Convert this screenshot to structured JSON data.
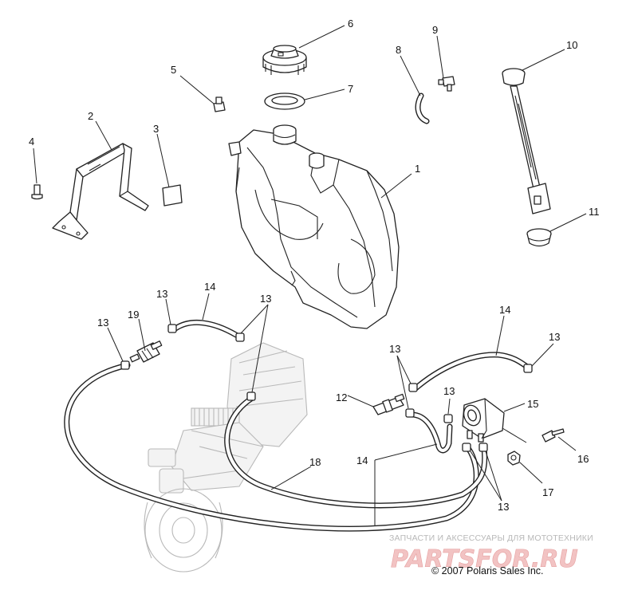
{
  "callouts": {
    "c1": "1",
    "c2": "2",
    "c3": "3",
    "c4": "4",
    "c5": "5",
    "c6": "6",
    "c7": "7",
    "c8": "8",
    "c9": "9",
    "c10": "10",
    "c11": "11",
    "c12": "12",
    "c13": "13",
    "c14": "14",
    "c15": "15",
    "c16": "16",
    "c17": "17",
    "c18": "18",
    "c19": "19"
  },
  "watermark": {
    "subtitle": "ЗАПЧАСТИ И АКСЕССУАРЫ ДЛЯ МОТОТЕХНИКИ",
    "logo": "PARTSFOR.RU"
  },
  "copyright": "© 2007 Polaris Sales Inc."
}
